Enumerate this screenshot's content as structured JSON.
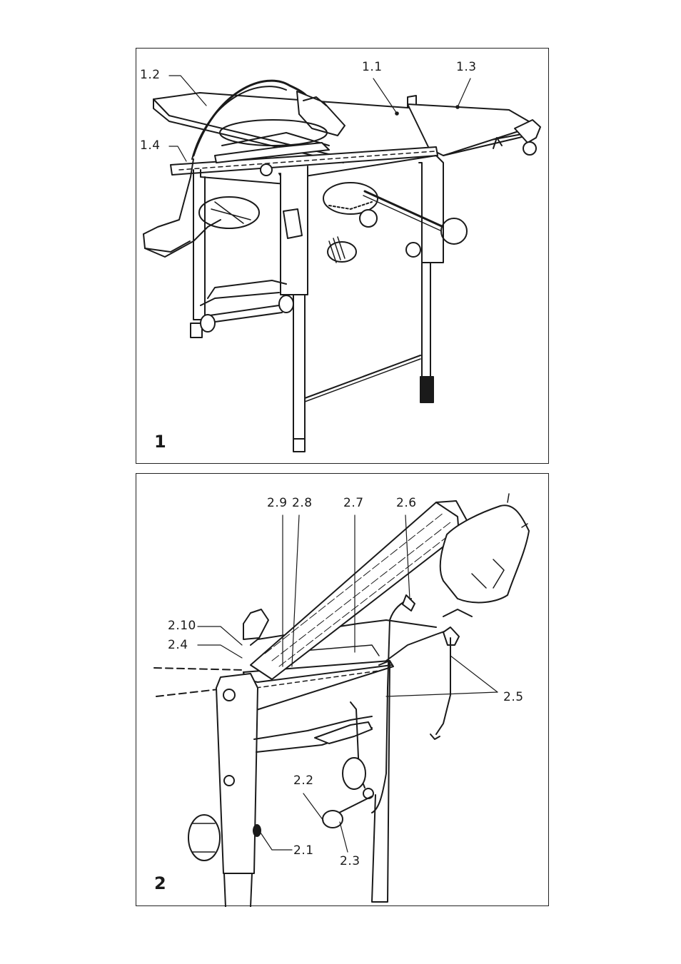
{
  "figure1": {
    "number": "1",
    "callouts": {
      "c1_1": "1.1",
      "c1_2": "1.2",
      "c1_3": "1.3",
      "c1_4": "1.4"
    }
  },
  "figure2": {
    "number": "2",
    "callouts": {
      "c2_1": "2.1",
      "c2_2": "2.2",
      "c2_3": "2.3",
      "c2_4": "2.4",
      "c2_5": "2.5",
      "c2_6": "2.6",
      "c2_7": "2.7",
      "c2_8": "2.8",
      "c2_9": "2.9",
      "c2_10": "2.10"
    }
  }
}
